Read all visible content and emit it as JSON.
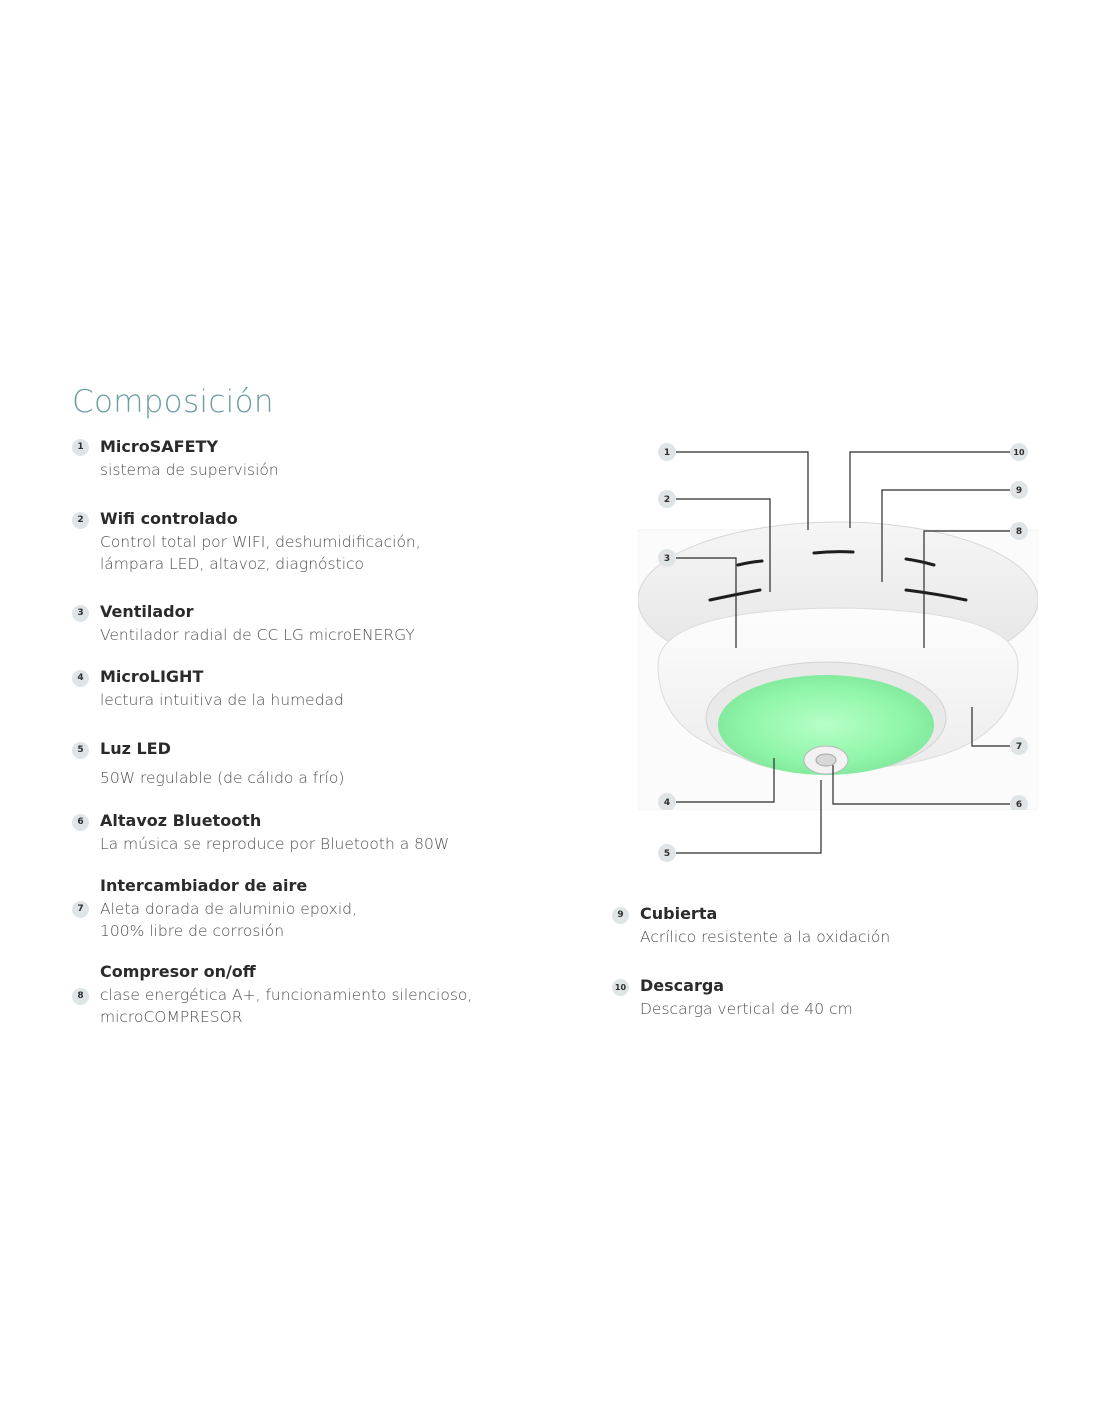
{
  "title": "Composición",
  "items": [
    {
      "num": "1",
      "title": "MicroSAFETY",
      "lines": [
        "sistema de supervisión"
      ]
    },
    {
      "num": "2",
      "title": "Wifi controlado",
      "lines": [
        "Control total por WIFI, deshumidificación,",
        "lámpara LED, altavoz, diagnóstico"
      ]
    },
    {
      "num": "3",
      "title": "Ventilador",
      "lines": [
        "Ventilador radial de CC LG microENERGY"
      ]
    },
    {
      "num": "4",
      "title": "MicroLIGHT",
      "lines": [
        "lectura intuitiva de la humedad"
      ]
    },
    {
      "num": "5",
      "title": "Luz LED",
      "lines": [
        "50W regulable (de cálido a frío)"
      ]
    },
    {
      "num": "6",
      "title": "Altavoz Bluetooth",
      "lines": [
        "La música se reproduce por Bluetooth a 80W"
      ]
    },
    {
      "num": "7",
      "title": "Intercambiador de aire",
      "lines": [
        "Aleta dorada de aluminio epoxid,",
        "100% libre de corrosión"
      ]
    },
    {
      "num": "8",
      "title": "Compresor on/off",
      "lines": [
        "clase energética A+, funcionamiento silencioso,",
        "microCOMPRESOR"
      ]
    },
    {
      "num": "9",
      "title": "Cubierta",
      "lines": [
        "Acrílico resistente a la oxidación"
      ]
    },
    {
      "num": "10",
      "title": "Descarga",
      "lines": [
        "Descarga vertical de 40 cm"
      ]
    }
  ],
  "callouts": [
    "1",
    "2",
    "3",
    "4",
    "5",
    "6",
    "7",
    "8",
    "9",
    "10"
  ],
  "colors": {
    "title": "#6a9ca2",
    "badge_bg": "#dfe5e6",
    "led_green": "#8ef5a8"
  }
}
